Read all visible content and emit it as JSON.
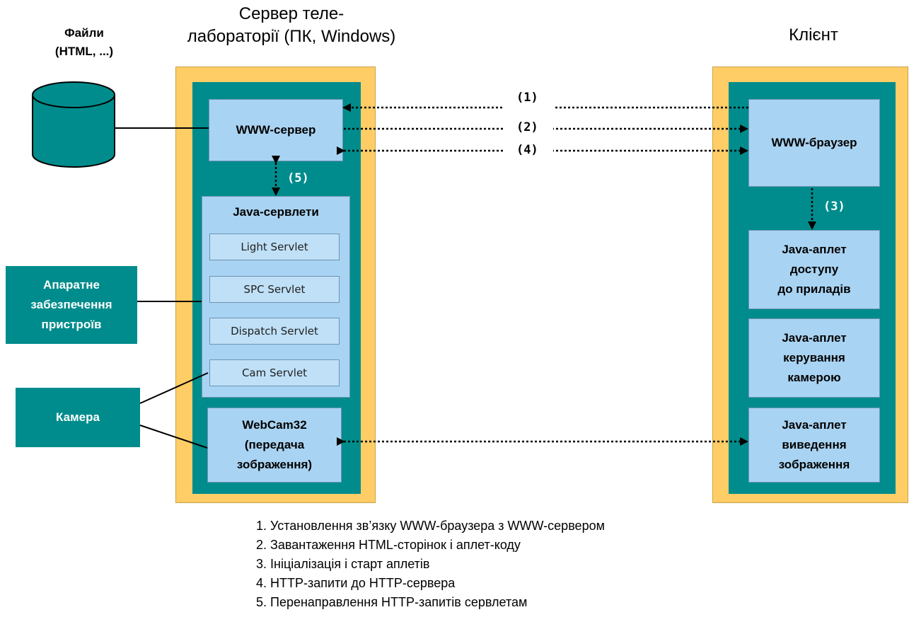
{
  "server_title": "Сервер теле-\nлабораторії (ПК, Windows)",
  "client_title": "Клієнт",
  "files_label": "Файли\n(HTML, ...)",
  "server": {
    "www_server": "WWW-сервер",
    "servlets_title": "Java-сервлети",
    "servlets": [
      "Light Servlet",
      "SPC Servlet",
      "Dispatch Servlet",
      "Cam Servlet"
    ],
    "webcam": "WebCam32\n(передача\nзображення)"
  },
  "client": {
    "browser": "WWW-браузер",
    "applet_access": "Java-аплет\nдоступу\nдо приладів",
    "applet_camera": "Java-аплет\nкерування\nкамерою",
    "applet_output": "Java-аплет\nвиведення\nзображення"
  },
  "external": {
    "hardware": "Апаратне\nзабезпечення\nпристроїв",
    "camera": "Камера"
  },
  "arrow_labels": {
    "a1": "(1)",
    "a2": "(2)",
    "a3": "(3)",
    "a4": "(4)",
    "a5": "(5)"
  },
  "legend": [
    "1. Установлення зв’язку WWW-браузера з WWW-сервером",
    "2. Завантаження HTML-сторінок і аплет-коду",
    "3. Ініціалізація і старт аплетів",
    "4. HTTP-запити до HTTP-сервера",
    "5. Перенаправлення HTTP-запитів сервлетам"
  ],
  "colors": {
    "outer": "#ffcd66",
    "inner": "#008c8c",
    "box": "#a9d3f2"
  }
}
